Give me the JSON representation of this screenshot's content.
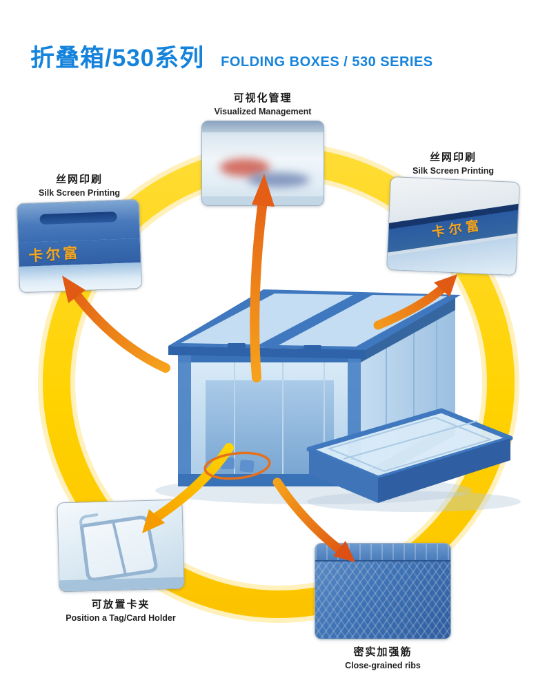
{
  "header": {
    "title_cn": "折叠箱/530系列",
    "title_en": "FOLDING BOXES / 530 SERIES"
  },
  "callouts": {
    "visualized": {
      "label_cn": "可视化管理",
      "label_en": "Visualized Management"
    },
    "silk_left": {
      "label_cn": "丝网印刷",
      "label_en": "Silk Screen Printing",
      "printed_text": "卡尔富"
    },
    "silk_right": {
      "label_cn": "丝网印刷",
      "label_en": "Silk Screen Printing",
      "printed_text": "卡尔富"
    },
    "card_holder": {
      "label_cn": "可放置卡夹",
      "label_en": "Position a Tag/Card Holder"
    },
    "ribs": {
      "label_cn": "密实加强筋",
      "label_en": "Close-grained ribs"
    }
  },
  "colors": {
    "title_blue": "#1583DB",
    "ring_yellow": "#FFD200",
    "arrow_orange": "#E8661A",
    "arrow_yellow": "#FFD400",
    "box_blue": "#3A72B8",
    "print_orange": "#F6A61E"
  }
}
